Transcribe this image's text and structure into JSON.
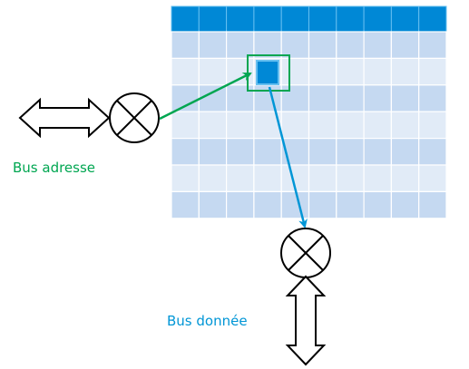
{
  "colors": {
    "header": "#0088d6",
    "header_grid": "#66bff0",
    "row_dark": "#c5d9f1",
    "row_light": "#e1ebf7",
    "grid_line": "#ffffff",
    "address_bus": "#00a651",
    "data_bus": "#0096d6",
    "selected_cell": "#0088d6",
    "stroke": "#000000"
  },
  "labels": {
    "address_bus": "Bus adresse",
    "data_bus": "Bus donnée"
  },
  "memory": {
    "columns": 10,
    "data_rows": 7,
    "header_rows": 1,
    "selected_row": 1,
    "selected_col": 3
  },
  "icons": {
    "address_mux": "circle-x-icon",
    "data_mux": "circle-x-icon",
    "address_bus_arrow": "double-arrow-horizontal-icon",
    "data_bus_arrow": "double-arrow-vertical-icon"
  }
}
